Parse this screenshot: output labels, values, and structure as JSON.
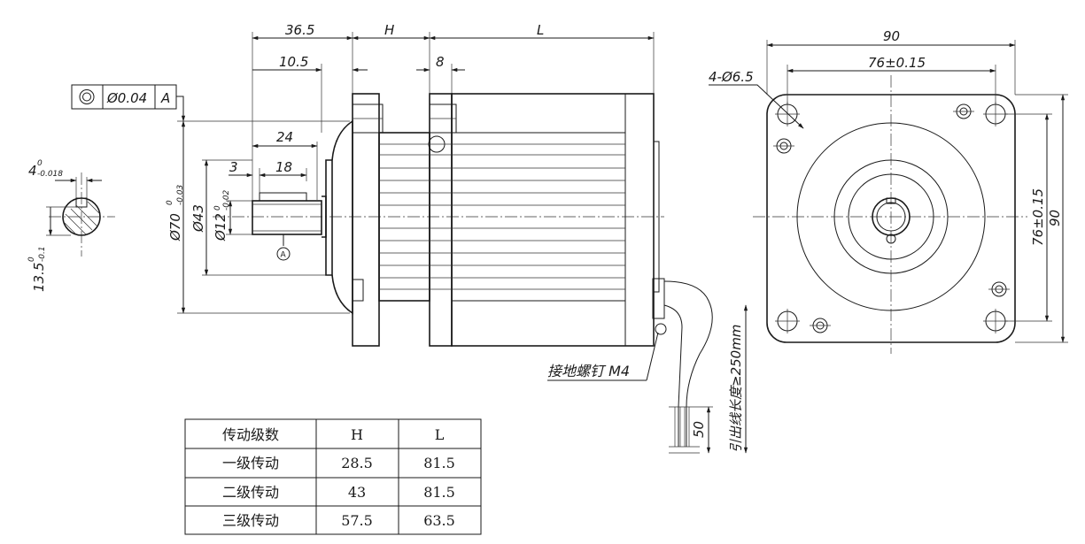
{
  "side_view": {
    "dim_36_5": "36.5",
    "dim_H": "H",
    "dim_L": "L",
    "dim_10_5": "10.5",
    "dim_8": "8",
    "dim_24": "24",
    "dim_3": "3",
    "dim_18": "18",
    "tol_frame": {
      "symbol": "◎",
      "value": "Ø0.04",
      "datum": "A"
    },
    "datum_marker": "A",
    "dia_70": "Ø70",
    "dia_70_tol_top": "0",
    "dia_70_tol_bottom": "-0.03",
    "dia_43": "Ø43",
    "dia_12": "Ø12",
    "dia_12_tol_top": "0",
    "dia_12_tol_bottom": "-0.02",
    "ground_screw": "接地螺钉 M4",
    "lead_length": "引出线长度≥250mm",
    "lead_50": "50"
  },
  "key_view": {
    "dim_4": "4",
    "dim_4_tol_top": "0",
    "dim_4_tol_bottom": "-0.018",
    "dim_13_5": "13.5",
    "dim_13_5_tol_top": "0",
    "dim_13_5_tol_bottom": "-0.1"
  },
  "front_view": {
    "dim_90_top": "90",
    "dim_76_top": "76±0.15",
    "holes": "4-Ø6.5",
    "dim_76_side": "76±0.15",
    "dim_90_side": "90"
  },
  "table": {
    "headers": [
      "传动级数",
      "H",
      "L"
    ],
    "rows": [
      [
        "一级传动",
        "28.5",
        "81.5"
      ],
      [
        "二级传动",
        "43",
        "81.5"
      ],
      [
        "三级传动",
        "57.5",
        "63.5"
      ]
    ]
  }
}
